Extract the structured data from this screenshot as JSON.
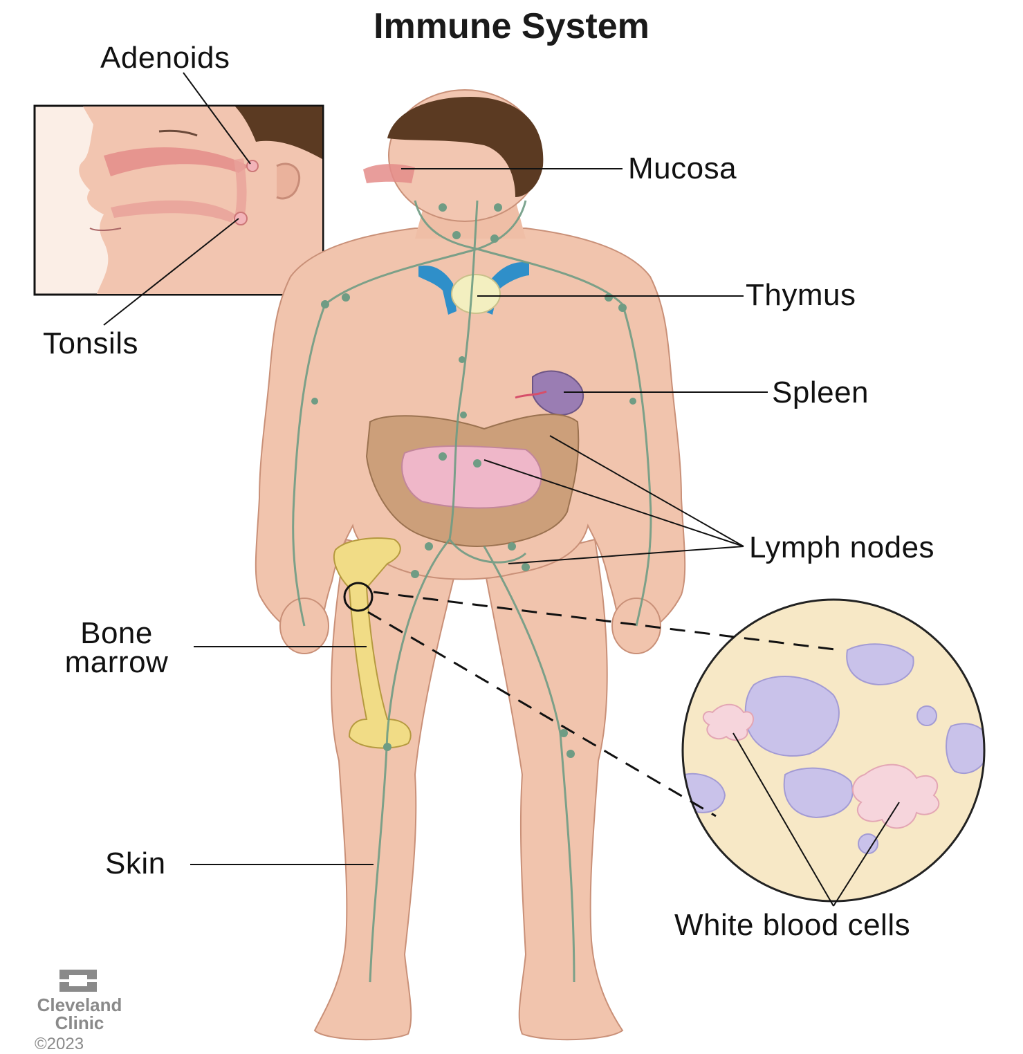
{
  "title": "Immune System",
  "labels": {
    "adenoids": "Adenoids",
    "tonsils": "Tonsils",
    "mucosa": "Mucosa",
    "thymus": "Thymus",
    "spleen": "Spleen",
    "lymph_nodes": "Lymph nodes",
    "bone_marrow_line1": "Bone",
    "bone_marrow_line2": "marrow",
    "skin": "Skin",
    "white_blood_cells": "White blood cells"
  },
  "credit": {
    "brand_line1": "Cleveland",
    "brand_line2": "Clinic",
    "copyright": "©2023"
  },
  "colors": {
    "skin": "#f1c4ad",
    "skin_shade": "#d99a82",
    "lymph": "#6f9c84",
    "hair": "#5b3a22",
    "mucosa": "#e58a8a",
    "thymus": "#f3efc0",
    "veins": "#2f8fc9",
    "spleen": "#9a7db3",
    "intestine": "#cc9f7a",
    "small_intestine": "#efb7c9",
    "bone": "#f1dc86",
    "cell_bg": "#f7e8c6",
    "wbc": "#c9c2ea",
    "wbc_pink": "#f6d5dc"
  }
}
